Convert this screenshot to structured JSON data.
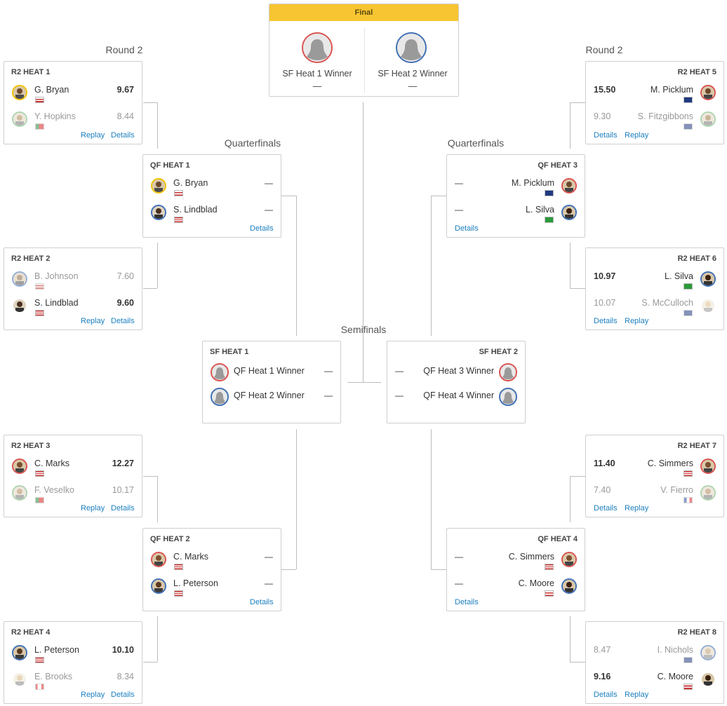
{
  "labels": {
    "round2_left": "Round 2",
    "round2_right": "Round 2",
    "qf_left": "Quarterfinals",
    "qf_right": "Quarterfinals",
    "semis": "Semifinals",
    "final": "Final"
  },
  "links": {
    "replay": "Replay",
    "details": "Details"
  },
  "dash": "—",
  "final": {
    "slot1": {
      "label": "SF Heat 1 Winner",
      "score": "—"
    },
    "slot2": {
      "label": "SF Heat 2 Winner",
      "score": "—"
    }
  },
  "r2": {
    "h1": {
      "title": "R2 HEAT 1",
      "a": {
        "name": "G. Bryan",
        "score": "9.67"
      },
      "b": {
        "name": "Y. Hopkins",
        "score": "8.44"
      }
    },
    "h2": {
      "title": "R2 HEAT 2",
      "a": {
        "name": "B. Johnson",
        "score": "7.60"
      },
      "b": {
        "name": "S. Lindblad",
        "score": "9.60"
      }
    },
    "h3": {
      "title": "R2 HEAT 3",
      "a": {
        "name": "C. Marks",
        "score": "12.27"
      },
      "b": {
        "name": "F. Veselko",
        "score": "10.17"
      }
    },
    "h4": {
      "title": "R2 HEAT 4",
      "a": {
        "name": "L. Peterson",
        "score": "10.10"
      },
      "b": {
        "name": "E. Brooks",
        "score": "8.34"
      }
    },
    "h5": {
      "title": "R2 HEAT 5",
      "a": {
        "name": "M. Picklum",
        "score": "15.50"
      },
      "b": {
        "name": "S. Fitzgibbons",
        "score": "9.30"
      }
    },
    "h6": {
      "title": "R2 HEAT 6",
      "a": {
        "name": "L. Silva",
        "score": "10.97"
      },
      "b": {
        "name": "S. McCulloch",
        "score": "10.07"
      }
    },
    "h7": {
      "title": "R2 HEAT 7",
      "a": {
        "name": "C. Simmers",
        "score": "11.40"
      },
      "b": {
        "name": "V. Fierro",
        "score": "7.40"
      }
    },
    "h8": {
      "title": "R2 HEAT 8",
      "a": {
        "name": "I. Nichols",
        "score": "8.47"
      },
      "b": {
        "name": "C. Moore",
        "score": "9.16"
      }
    }
  },
  "qf": {
    "h1": {
      "title": "QF HEAT 1",
      "a": {
        "name": "G. Bryan"
      },
      "b": {
        "name": "S. Lindblad"
      }
    },
    "h2": {
      "title": "QF HEAT 2",
      "a": {
        "name": "C. Marks"
      },
      "b": {
        "name": "L. Peterson"
      }
    },
    "h3": {
      "title": "QF HEAT 3",
      "a": {
        "name": "M. Picklum"
      },
      "b": {
        "name": "L. Silva"
      }
    },
    "h4": {
      "title": "QF HEAT 4",
      "a": {
        "name": "C. Simmers"
      },
      "b": {
        "name": "C. Moore"
      }
    }
  },
  "sf": {
    "h1": {
      "title": "SF HEAT 1",
      "a": {
        "name": "QF Heat 1 Winner"
      },
      "b": {
        "name": "QF Heat 2 Winner"
      }
    },
    "h2": {
      "title": "SF HEAT 2",
      "a": {
        "name": "QF Heat 3 Winner"
      },
      "b": {
        "name": "QF Heat 4 Winner"
      }
    }
  },
  "colors": {
    "final_header": "#f7c531",
    "link": "#1a7fbf",
    "jersey_yellow": "#f2c200",
    "jersey_white": "#b9b9b9",
    "jersey_red": "#d9534f",
    "jersey_blue": "#3f6fb5",
    "connector": "#bdbdbd"
  },
  "flags": {
    "hawaii": "hawaii-flag-icon",
    "usa": "usa-flag-icon",
    "portugal": "portugal-flag-icon",
    "canada": "canada-flag-icon",
    "australia": "australia-flag-icon",
    "brazil": "brazil-flag-icon",
    "france": "france-flag-icon"
  }
}
